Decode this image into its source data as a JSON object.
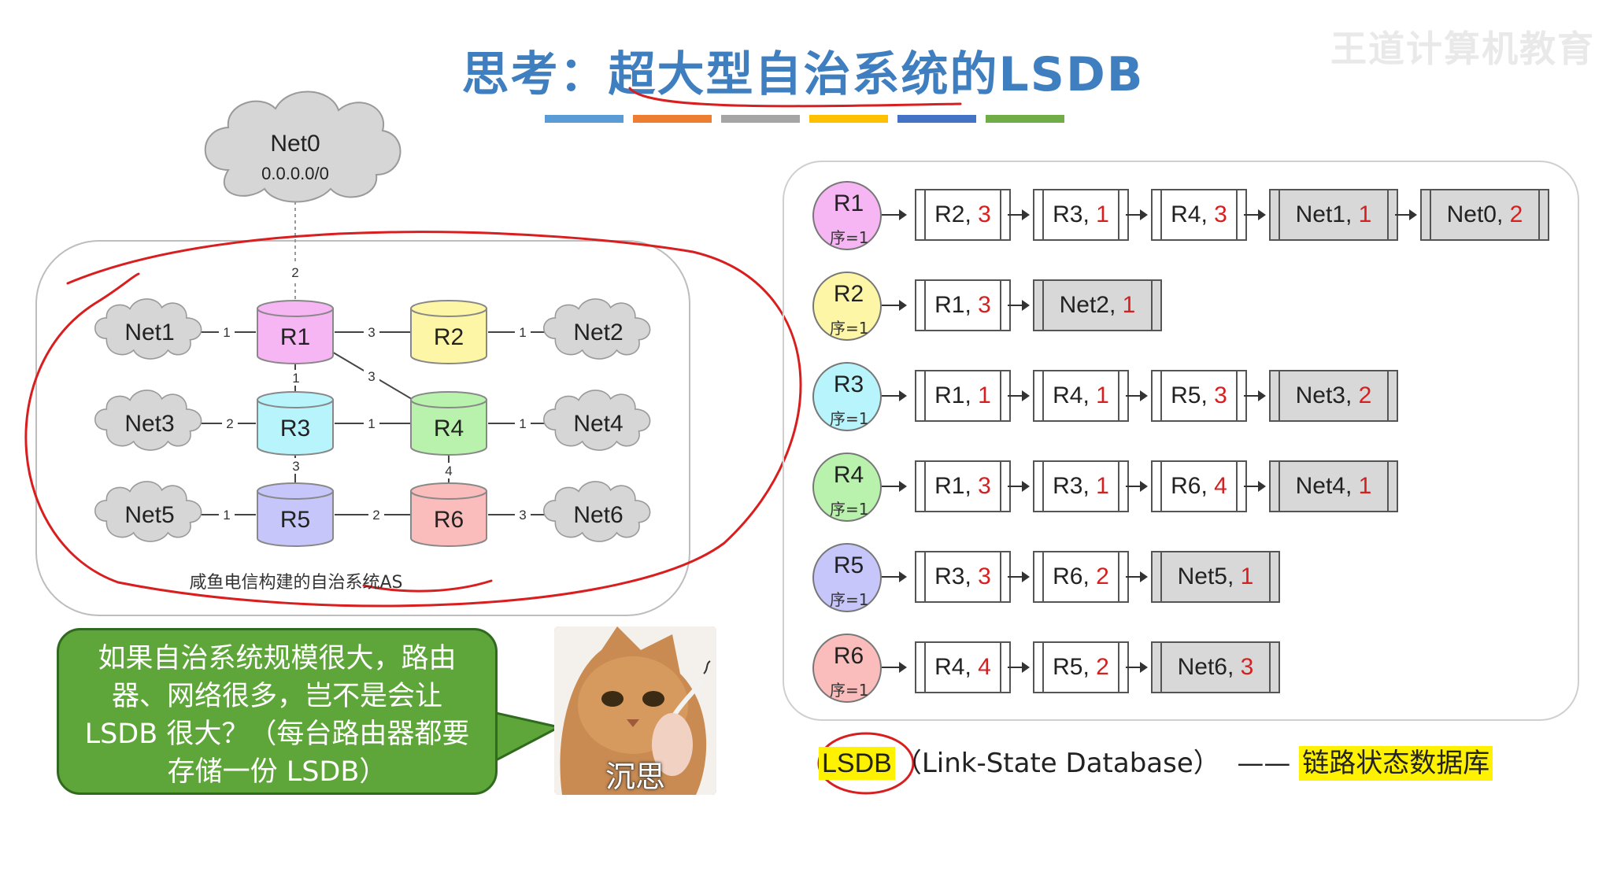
{
  "title": {
    "prefix": "思考：",
    "highlight": "超大型自治系统的",
    "suffix": "LSDB"
  },
  "watermark": "王道计算机教育",
  "title_bar_colors": [
    "#5b9bd5",
    "#ed7d31",
    "#a5a5a5",
    "#ffc000",
    "#4472c4",
    "#70ad47"
  ],
  "network": {
    "cloud_net0": {
      "name": "Net0",
      "addr": "0.0.0.0/0"
    },
    "routers": [
      {
        "id": "R1",
        "color": "#f6b5f3"
      },
      {
        "id": "R2",
        "color": "#fdf6a6"
      },
      {
        "id": "R3",
        "color": "#b8f4fb"
      },
      {
        "id": "R4",
        "color": "#b9f2ad"
      },
      {
        "id": "R5",
        "color": "#c6c6fb"
      },
      {
        "id": "R6",
        "color": "#fbbcbc"
      }
    ],
    "nets": [
      "Net1",
      "Net2",
      "Net3",
      "Net4",
      "Net5",
      "Net6"
    ],
    "link_costs": {
      "r1_net0": "2",
      "net1_r1": "1",
      "r1_r2": "3",
      "r2_net2": "1",
      "r1_r4": "3",
      "r1_r3": "1",
      "net3_r3": "2",
      "r3_r4": "1",
      "r4_net4": "1",
      "r3_r5": "3",
      "r4_r6": "4",
      "net5_r5": "1",
      "r5_r6": "2",
      "r6_net6": "3"
    },
    "caption": "咸鱼电信构建的自治系统AS"
  },
  "bubble": {
    "text": "如果自治系统规模很大，路由器、网络很多，岂不是会让 LSDB 很大？（每台路由器都要存储一份 LSDB）"
  },
  "cat": {
    "caption": "沉思"
  },
  "lsdb": [
    {
      "router": "R1",
      "seq": "序=1",
      "color": "#f6b5f3",
      "entries": [
        {
          "name": "R2, ",
          "cost": "3",
          "net": false
        },
        {
          "name": "R3, ",
          "cost": "1",
          "net": false
        },
        {
          "name": "R4, ",
          "cost": "3",
          "net": false
        },
        {
          "name": "Net1, ",
          "cost": "1",
          "net": true
        },
        {
          "name": "Net0, ",
          "cost": "2",
          "net": true
        }
      ]
    },
    {
      "router": "R2",
      "seq": "序=1",
      "color": "#fdf6a6",
      "entries": [
        {
          "name": "R1, ",
          "cost": "3",
          "net": false
        },
        {
          "name": "Net2, ",
          "cost": "1",
          "net": true
        }
      ]
    },
    {
      "router": "R3",
      "seq": "序=1",
      "color": "#b8f4fb",
      "entries": [
        {
          "name": "R1, ",
          "cost": "1",
          "net": false
        },
        {
          "name": "R4, ",
          "cost": "1",
          "net": false
        },
        {
          "name": "R5, ",
          "cost": "3",
          "net": false
        },
        {
          "name": "Net3, ",
          "cost": "2",
          "net": true
        }
      ]
    },
    {
      "router": "R4",
      "seq": "序=1",
      "color": "#b9f2ad",
      "entries": [
        {
          "name": "R1, ",
          "cost": "3",
          "net": false
        },
        {
          "name": "R3, ",
          "cost": "1",
          "net": false
        },
        {
          "name": "R6, ",
          "cost": "4",
          "net": false
        },
        {
          "name": "Net4, ",
          "cost": "1",
          "net": true
        }
      ]
    },
    {
      "router": "R5",
      "seq": "序=1",
      "color": "#c6c6fb",
      "entries": [
        {
          "name": "R3, ",
          "cost": "3",
          "net": false
        },
        {
          "name": "R6, ",
          "cost": "2",
          "net": false
        },
        {
          "name": "Net5, ",
          "cost": "1",
          "net": true
        }
      ]
    },
    {
      "router": "R6",
      "seq": "序=1",
      "color": "#fbbcbc",
      "entries": [
        {
          "name": "R4, ",
          "cost": "4",
          "net": false
        },
        {
          "name": "R5, ",
          "cost": "2",
          "net": false
        },
        {
          "name": "Net6, ",
          "cost": "3",
          "net": true
        }
      ]
    }
  ],
  "legend": {
    "abbr": "LSDB",
    "full": "（Link-State Database）",
    "dash": "——",
    "cn": "链路状态数据库"
  },
  "annotation_color": "#d81e1e"
}
